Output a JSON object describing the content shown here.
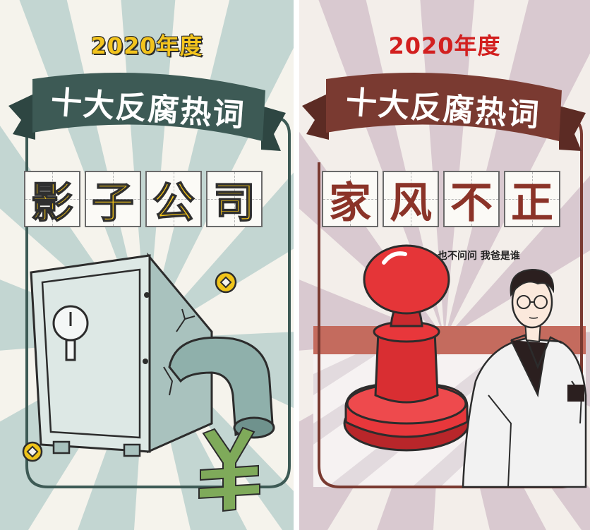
{
  "left_poster": {
    "year": "2020年度",
    "ribbon": "十大反腐热词",
    "characters": [
      "影",
      "子",
      "公",
      "司"
    ],
    "colors": {
      "ribbon": "#3d5a55",
      "year": "#f3c41d",
      "tile_text": "#f5c518",
      "rays": "#c3d6d2"
    }
  },
  "right_poster": {
    "year": "2020年度",
    "ribbon": "十大反腐热词",
    "characters": [
      "家",
      "风",
      "不",
      "正"
    ],
    "caption": "也不问问  我爸是谁",
    "colors": {
      "ribbon": "#7a3a31",
      "year": "#d21f1f",
      "tile_text": "#8b3328",
      "rays": "#d9c9d0"
    }
  }
}
